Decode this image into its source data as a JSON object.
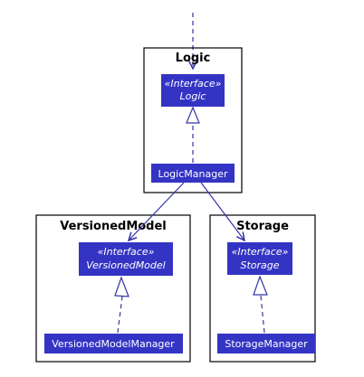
{
  "colors": {
    "box_fill": "#3434c4",
    "line": "#3434a8",
    "frame": "#000000",
    "text_on_box": "#ffffff"
  },
  "logic": {
    "title": "Logic",
    "interface_stereotype": "«Interface»",
    "interface_name": "Logic",
    "manager": "LogicManager"
  },
  "versioned_model": {
    "title": "VersionedModel",
    "interface_stereotype": "«Interface»",
    "interface_name": "VersionedModel",
    "manager": "VersionedModelManager"
  },
  "storage": {
    "title": "Storage",
    "interface_stereotype": "«Interface»",
    "interface_name": "Storage",
    "manager": "StorageManager"
  }
}
